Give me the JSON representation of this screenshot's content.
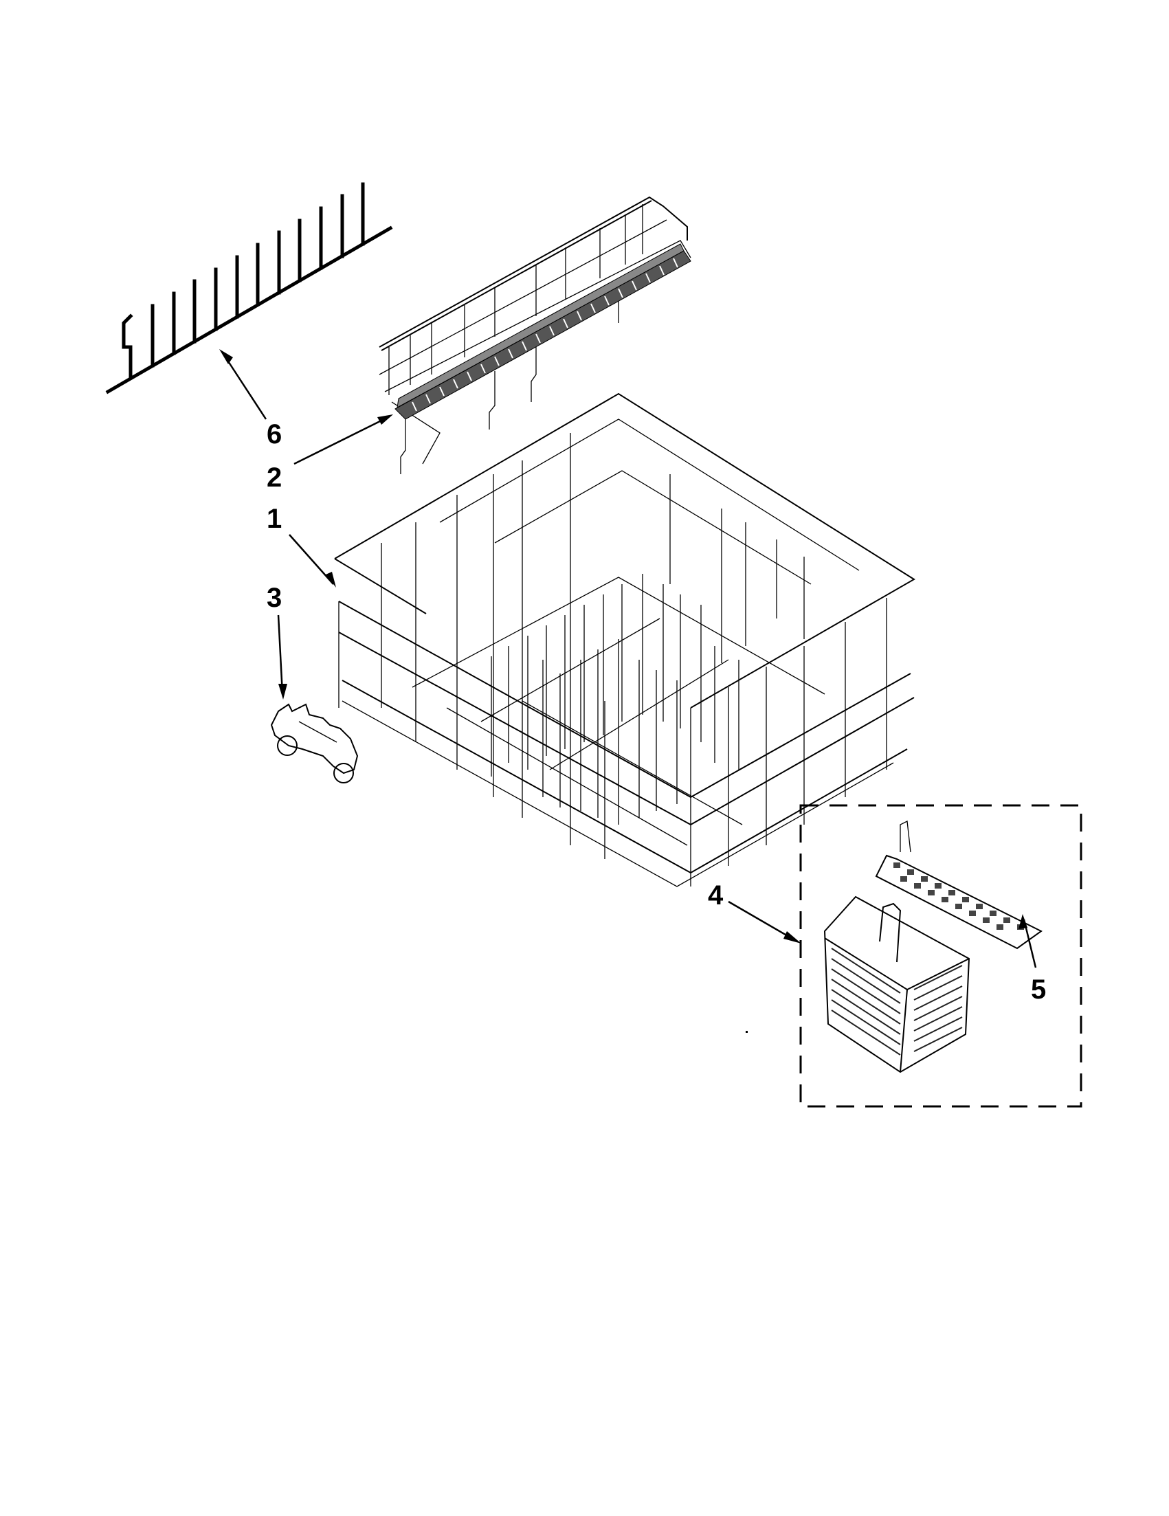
{
  "diagram": {
    "type": "exploded parts diagram",
    "subject": "dishwasher lower rack assembly",
    "callouts": [
      {
        "id": "1",
        "label": "1",
        "part": "lower-rack"
      },
      {
        "id": "2",
        "label": "2",
        "part": "fold-down-tine-row"
      },
      {
        "id": "3",
        "label": "3",
        "part": "rack-wheel-clip"
      },
      {
        "id": "4",
        "label": "4",
        "part": "silverware-basket"
      },
      {
        "id": "5",
        "label": "5",
        "part": "basket-lid"
      },
      {
        "id": "6",
        "label": "6",
        "part": "tine-row"
      }
    ],
    "group_box": {
      "style": "dashed",
      "contains": [
        "4",
        "5"
      ]
    },
    "colors": {
      "ink": "#000000",
      "background": "#ffffff"
    }
  }
}
